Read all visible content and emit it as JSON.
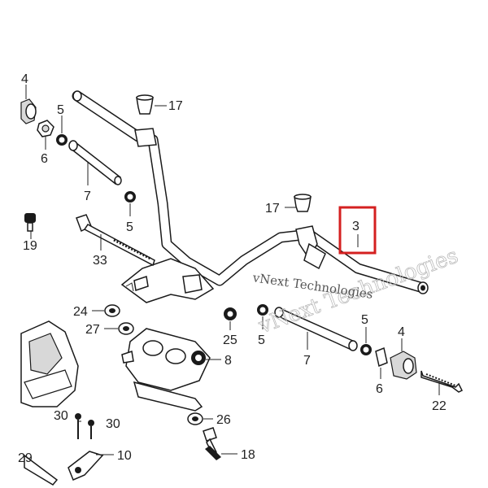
{
  "callouts": {
    "c4a": "4",
    "c5a": "5",
    "c6a": "6",
    "c17a": "17",
    "c7a": "7",
    "c5b": "5",
    "c17b": "17",
    "c3": "3",
    "c19": "19",
    "c33": "33",
    "c24": "24",
    "c27": "27",
    "c25": "25",
    "c5c": "5",
    "c5d": "5",
    "c4b": "4",
    "c7b": "7",
    "c8": "8",
    "c6b": "6",
    "c22": "22",
    "c30a": "30",
    "c30b": "30",
    "c26": "26",
    "c10": "10",
    "c29": "29",
    "c18": "18"
  },
  "watermark": {
    "primary": "vNext Technologies",
    "secondary": "vNext Technologies"
  },
  "colors": {
    "highlight": "#d42020",
    "line": "#1a1a1a"
  }
}
